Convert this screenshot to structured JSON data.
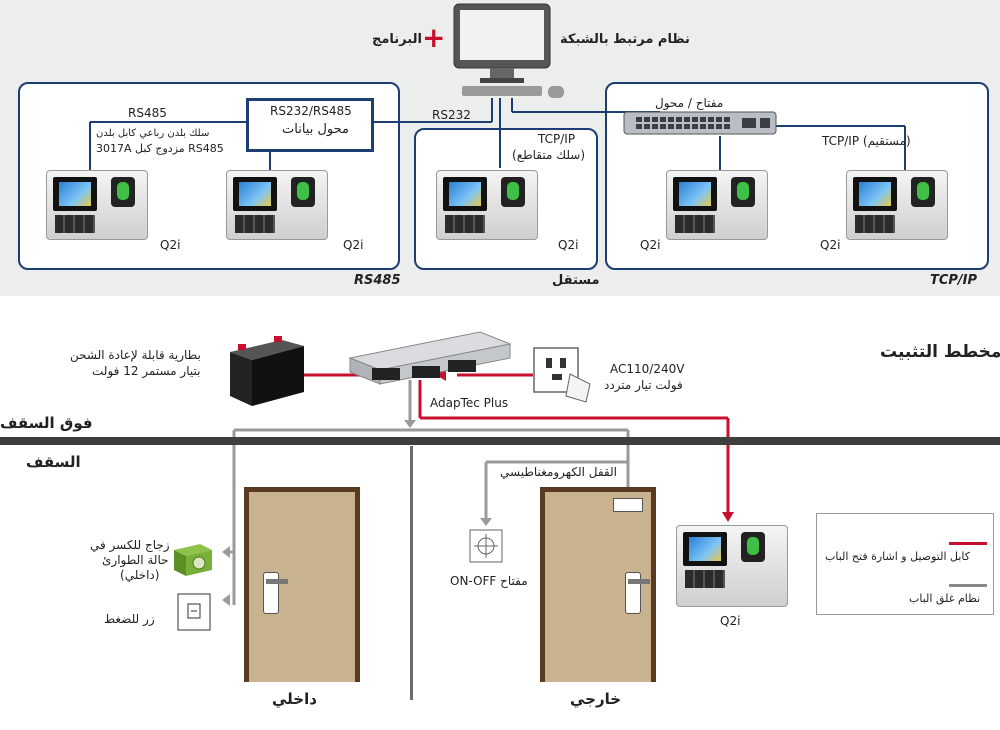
{
  "network": {
    "software_label": "البرنامج",
    "networked_system_label": "نظام مرتبط بالشبكة",
    "rs485_label": "RS485",
    "cable_note_line1": "سلك بلدن رباعي كابل بلدن",
    "cable_note_line2": "3017A مزدوج كبل RS485",
    "converter_line1": "RS232/RS485",
    "converter_line2": "محول بيانات",
    "rs232_label": "RS232",
    "tcpip_cross_line1": "TCP/IP",
    "tcpip_cross_line2": "(سلك متقاطع)",
    "switch_label": "مفتاح / محول",
    "tcpip_straight_label": "TCP/IP (مستقيم)",
    "group_rs485": "RS485",
    "group_standalone": "مستقل",
    "group_tcpip": "TCP/IP",
    "device_model": "Q2i",
    "devices": [
      {
        "model": "Q2i"
      },
      {
        "model": "Q2i"
      },
      {
        "model": "Q2i"
      },
      {
        "model": "Q2i"
      },
      {
        "model": "Q2i"
      }
    ]
  },
  "installation": {
    "title": "مخطط التثبيت",
    "battery_line1": "بطارية قابلة لإعادة الشحن",
    "battery_line2": "بتيار مستمر 12 فولت",
    "ac_line1": "AC110/240V",
    "ac_line2": "فولت تيار متردد",
    "adaptec_label": "AdapTec Plus",
    "above_ceiling": "فوق السقف",
    "ceiling": "السقف",
    "maglock_label": "القفل الكهرومغناطيسي",
    "onoff_label": "ON-OFF مفتاح",
    "break_glass_line1": "زجاج للكسر في",
    "break_glass_line2": "حالة الطوارئ",
    "break_glass_line3": "(داخلي)",
    "push_button_label": "زر للضغط",
    "inside_label": "داخلي",
    "outside_label": "خارجي",
    "device_model": "Q2i"
  },
  "legend": {
    "items": [
      {
        "label": "كابل التوصيل و اشارة فتح الباب",
        "color": "#c8102e"
      },
      {
        "label": "نظام غلق الباب",
        "color": "#8a8a8a"
      }
    ]
  },
  "colors": {
    "frame_blue": "#1d3e73",
    "signal_red": "#c8102e",
    "lock_gray": "#9a9a9a"
  }
}
